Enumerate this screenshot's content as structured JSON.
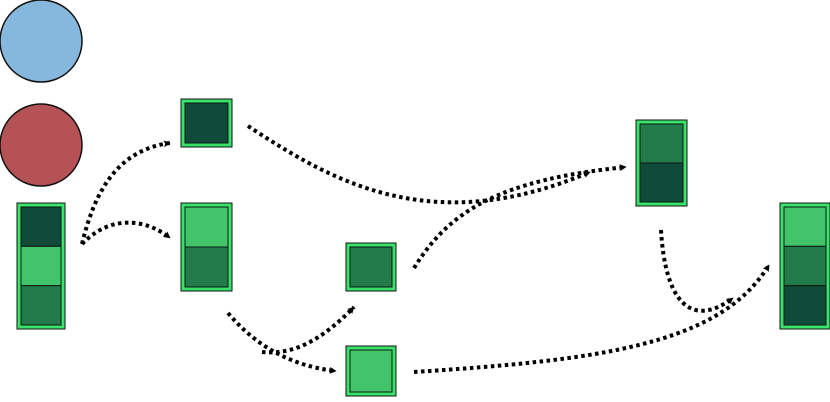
{
  "colors": {
    "background": "#ffffff",
    "border_outer": "#39e36b",
    "border_inner": "#0b1a10",
    "dark": "#0f4a3a",
    "mid": "#237a4b",
    "light": "#43c46b",
    "circle_blue": "#86b8de",
    "circle_red": "#b45256",
    "arrow": "#000000"
  },
  "circles": [
    {
      "id": "circle-blue",
      "color": "circle_blue"
    },
    {
      "id": "circle-red",
      "color": "circle_red"
    }
  ],
  "nodes": [
    {
      "id": "stack-a",
      "cells": [
        "dark",
        "light",
        "mid"
      ]
    },
    {
      "id": "node-b",
      "cells": [
        "dark"
      ]
    },
    {
      "id": "stack-c",
      "cells": [
        "light",
        "mid"
      ]
    },
    {
      "id": "node-d",
      "cells": [
        "mid"
      ]
    },
    {
      "id": "node-e",
      "cells": [
        "light"
      ]
    },
    {
      "id": "stack-f",
      "cells": [
        "mid",
        "dark"
      ]
    },
    {
      "id": "stack-g",
      "cells": [
        "light",
        "mid",
        "dark"
      ]
    }
  ],
  "edges": [
    {
      "from": "stack-a",
      "to": "node-b"
    },
    {
      "from": "stack-a",
      "to": "stack-c"
    },
    {
      "from": "stack-c",
      "to": "node-e"
    },
    {
      "from": "stack-c",
      "to": "node-d"
    },
    {
      "from": "node-b",
      "to": "stack-f"
    },
    {
      "from": "node-d",
      "to": "stack-f"
    },
    {
      "from": "node-e",
      "to": "stack-g"
    },
    {
      "from": "stack-f",
      "to": "stack-g"
    }
  ]
}
